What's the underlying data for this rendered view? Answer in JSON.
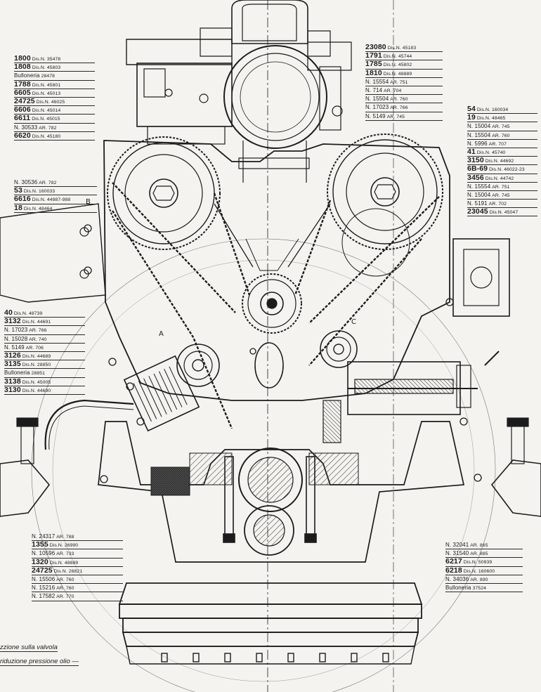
{
  "callouts": {
    "top_left": [
      {
        "num": "1800",
        "ref": "Dis.N. 35478"
      },
      {
        "num": "1808",
        "ref": "Dis.N. 45803"
      },
      {
        "num": "Bulloneria",
        "ref": "28478",
        "small": true
      },
      {
        "num": "1788",
        "ref": "Dis.N. 45801"
      },
      {
        "num": "6605",
        "ref": "Dis.N. 45013"
      },
      {
        "num": "24725",
        "ref": "Dis.N. 46025"
      },
      {
        "num": "6606",
        "ref": "Dis.N. 45014"
      },
      {
        "num": "6611",
        "ref": "Dis.N. 45015"
      },
      {
        "num": "N. 30533",
        "ref": "AR. 782",
        "small": true
      },
      {
        "num": "6620",
        "ref": "Dis.N. 45180"
      }
    ],
    "top_right": [
      {
        "num": "23080",
        "ref": "Dis.N. 45183"
      },
      {
        "num": "1791",
        "ref": "Dis.N. 45744"
      },
      {
        "num": "1785",
        "ref": "Dis.N. 45802"
      },
      {
        "num": "1810",
        "ref": "Dis.N. 48889"
      },
      {
        "num": "N. 15554",
        "ref": "AR. 751",
        "small": true
      },
      {
        "num": "N. 714",
        "ref": "AR. 704",
        "small": true
      },
      {
        "num": "N. 15504",
        "ref": "AR. 760",
        "small": true
      },
      {
        "num": "N. 17023",
        "ref": "AR. 766",
        "small": true
      },
      {
        "num": "N. 5149",
        "ref": "AR. 745",
        "small": true
      }
    ],
    "mid_left": [
      {
        "num": "N. 30536",
        "ref": "AR. 782",
        "small": true
      },
      {
        "num": "53",
        "ref": "Dis.N. 160033"
      },
      {
        "num": "6616",
        "ref": "Dis.N. 44987-988"
      },
      {
        "num": "18",
        "ref": "Dis.N. 48464"
      }
    ],
    "right": [
      {
        "num": "54",
        "ref": "Dis.N. 160034"
      },
      {
        "num": "19",
        "ref": "Dis.N. 48465"
      },
      {
        "num": "N. 15004",
        "ref": "AR. 745",
        "small": true
      },
      {
        "num": "N. 15504",
        "ref": "AR. 760",
        "small": true
      },
      {
        "num": "N. 5996",
        "ref": "AR. 707",
        "small": true
      },
      {
        "num": "41",
        "ref": "Dis.N. 45740"
      },
      {
        "num": "3150",
        "ref": "Dis.N. 44692"
      },
      {
        "num": "6B-69",
        "ref": "Dis.N. 46022-23"
      },
      {
        "num": "3456",
        "ref": "Dis.N. 44742"
      },
      {
        "num": "N. 15554",
        "ref": "AR. 751",
        "small": true
      },
      {
        "num": "N. 15004",
        "ref": "AR. 745",
        "small": true
      },
      {
        "num": "N. 5191",
        "ref": "AR. 702",
        "small": true
      },
      {
        "num": "23045",
        "ref": "Dis.N. 45047"
      }
    ],
    "left_mid": [
      {
        "num": "40",
        "ref": "Dis.N. 48739"
      },
      {
        "num": "3132",
        "ref": "Dis.N. 44691"
      },
      {
        "num": "N. 17023",
        "ref": "AR. 766",
        "small": true
      },
      {
        "num": "N. 15028",
        "ref": "AR. 740",
        "small": true
      },
      {
        "num": "N. 5149",
        "ref": "AR. 706",
        "small": true
      },
      {
        "num": "3126",
        "ref": "Dis.N. 44689"
      },
      {
        "num": "3135",
        "ref": "Dis.N. 28850"
      },
      {
        "num": "Bulloneria",
        "ref": "28851",
        "small": true
      },
      {
        "num": "3138",
        "ref": "Dis.N. 45005"
      },
      {
        "num": "3130",
        "ref": "Dis.N. 44690"
      }
    ],
    "bottom_left": [
      {
        "num": "N. 24317",
        "ref": "AR. 788",
        "small": true
      },
      {
        "num": "1355",
        "ref": "Dis.N. 26990"
      },
      {
        "num": "N. 10596",
        "ref": "AR. 733",
        "small": true
      },
      {
        "num": "1320",
        "ref": "Dis.N. 48889"
      },
      {
        "num": "24725",
        "ref": "Dis.N. 26821"
      },
      {
        "num": "N. 15506",
        "ref": "AR. 760",
        "small": true
      },
      {
        "num": "N. 15216",
        "ref": "AR. 760",
        "small": true
      },
      {
        "num": "N. 17582",
        "ref": "AR. 770",
        "small": true
      }
    ],
    "bottom_right": [
      {
        "num": "N. 32041",
        "ref": "AR. 865",
        "small": true
      },
      {
        "num": "N. 31540",
        "ref": "AR. 885",
        "small": true
      },
      {
        "num": "6217",
        "ref": "Dis.N. 50939"
      },
      {
        "num": "6218",
        "ref": "Dis.N. 160600"
      },
      {
        "num": "N. 34036",
        "ref": "AR. 890",
        "small": true
      },
      {
        "num": "Bulloneria",
        "ref": "37524",
        "small": true
      }
    ]
  },
  "captions": {
    "caption_1": "zzione sulla valvola",
    "caption_2": "riduzione pressione olio —"
  },
  "letters": {
    "B": "B",
    "A": "A",
    "C": "C"
  },
  "colors": {
    "paper": "#f4f3ef",
    "ink": "#1c1c1c",
    "hatch": "#3a3a3a"
  }
}
